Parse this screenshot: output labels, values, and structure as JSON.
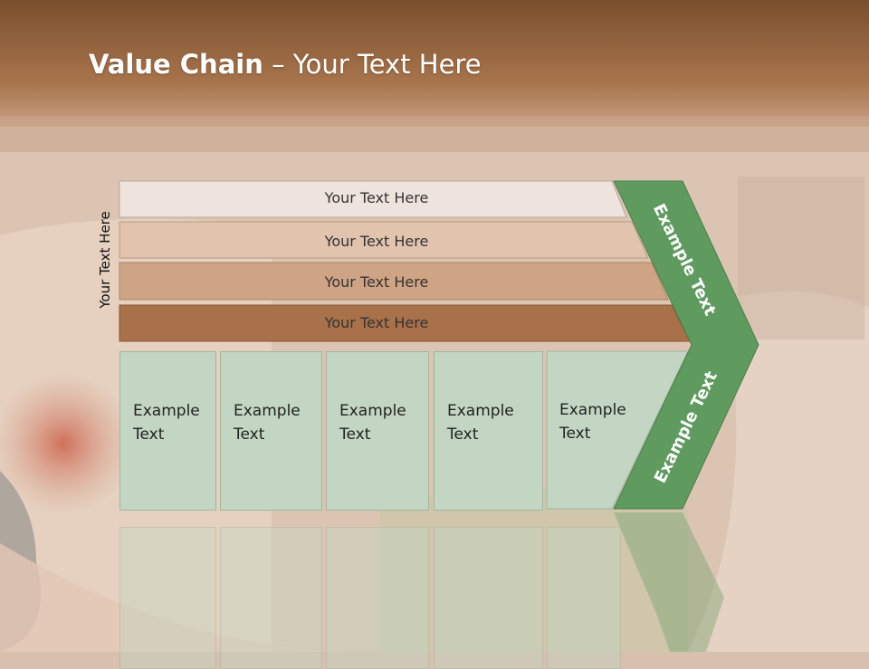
{
  "title": {
    "bold": "Value Chain",
    "rest": " – Your Text Here"
  },
  "side_label": "Your Text Here",
  "bars": [
    "Your Text Here",
    "Your Text Here",
    "Your Text Here",
    "Your Text Here"
  ],
  "boxes": [
    "Example Text",
    "Example Text",
    "Example Text",
    "Example Text",
    "Example Text"
  ],
  "chevron": {
    "upper": "Example Text",
    "lower": "Example Text"
  },
  "colors": {
    "bar1": "#efe4dd",
    "bar2": "#e2c4ae",
    "bar3": "#cfa484",
    "bar4": "#a9714a",
    "box": "#c3d6c3",
    "chevron": "#5f9a5f",
    "header": "#8a5a35"
  }
}
